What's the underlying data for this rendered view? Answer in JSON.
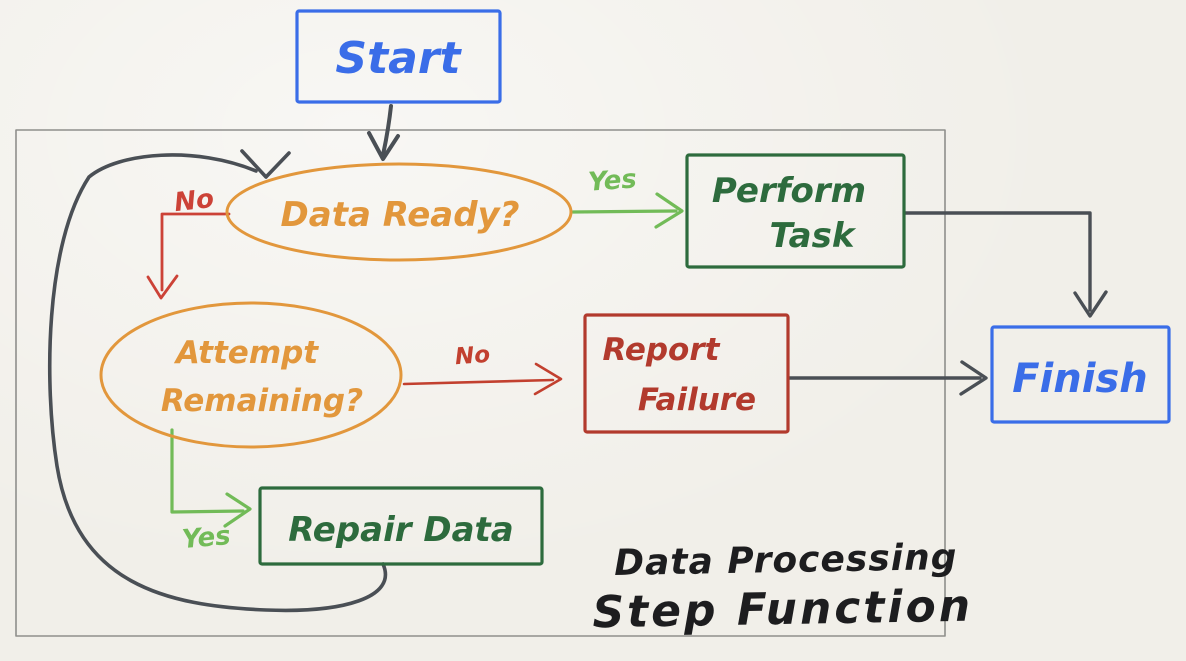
{
  "diagram": {
    "title": {
      "line1": "Data Processing",
      "line2": "Step Function"
    },
    "nodes": {
      "start": {
        "label": "Start",
        "shape": "rectangle",
        "color": "#3a6de8"
      },
      "data_ready": {
        "label": "Data Ready?",
        "shape": "ellipse",
        "color": "#e2973c"
      },
      "perform_task": {
        "line1": "Perform",
        "line2": "Task",
        "shape": "rectangle",
        "color": "#2d6b3d"
      },
      "attempt_remaining": {
        "line1": "Attempt",
        "line2": "Remaining?",
        "shape": "ellipse",
        "color": "#e2973c"
      },
      "report_failure": {
        "line1": "Report",
        "line2": "Failure",
        "shape": "rectangle",
        "color": "#b23a2d"
      },
      "repair_data": {
        "label": "Repair Data",
        "shape": "rectangle",
        "color": "#2d6b3d"
      },
      "finish": {
        "label": "Finish",
        "shape": "rectangle",
        "color": "#3a6de8"
      }
    },
    "edge_labels": {
      "data_ready_yes": "Yes",
      "data_ready_no": "No",
      "attempt_no": "No",
      "attempt_yes": "Yes"
    },
    "colors": {
      "arrow": "#4a4f55",
      "yes_green": "#72bb58",
      "no_red_bright": "#cc4237",
      "no_red": "#c2402f",
      "frame": "#8f8f8c",
      "title_ink": "#1d1d1f",
      "paper": "#f1efe9"
    }
  }
}
